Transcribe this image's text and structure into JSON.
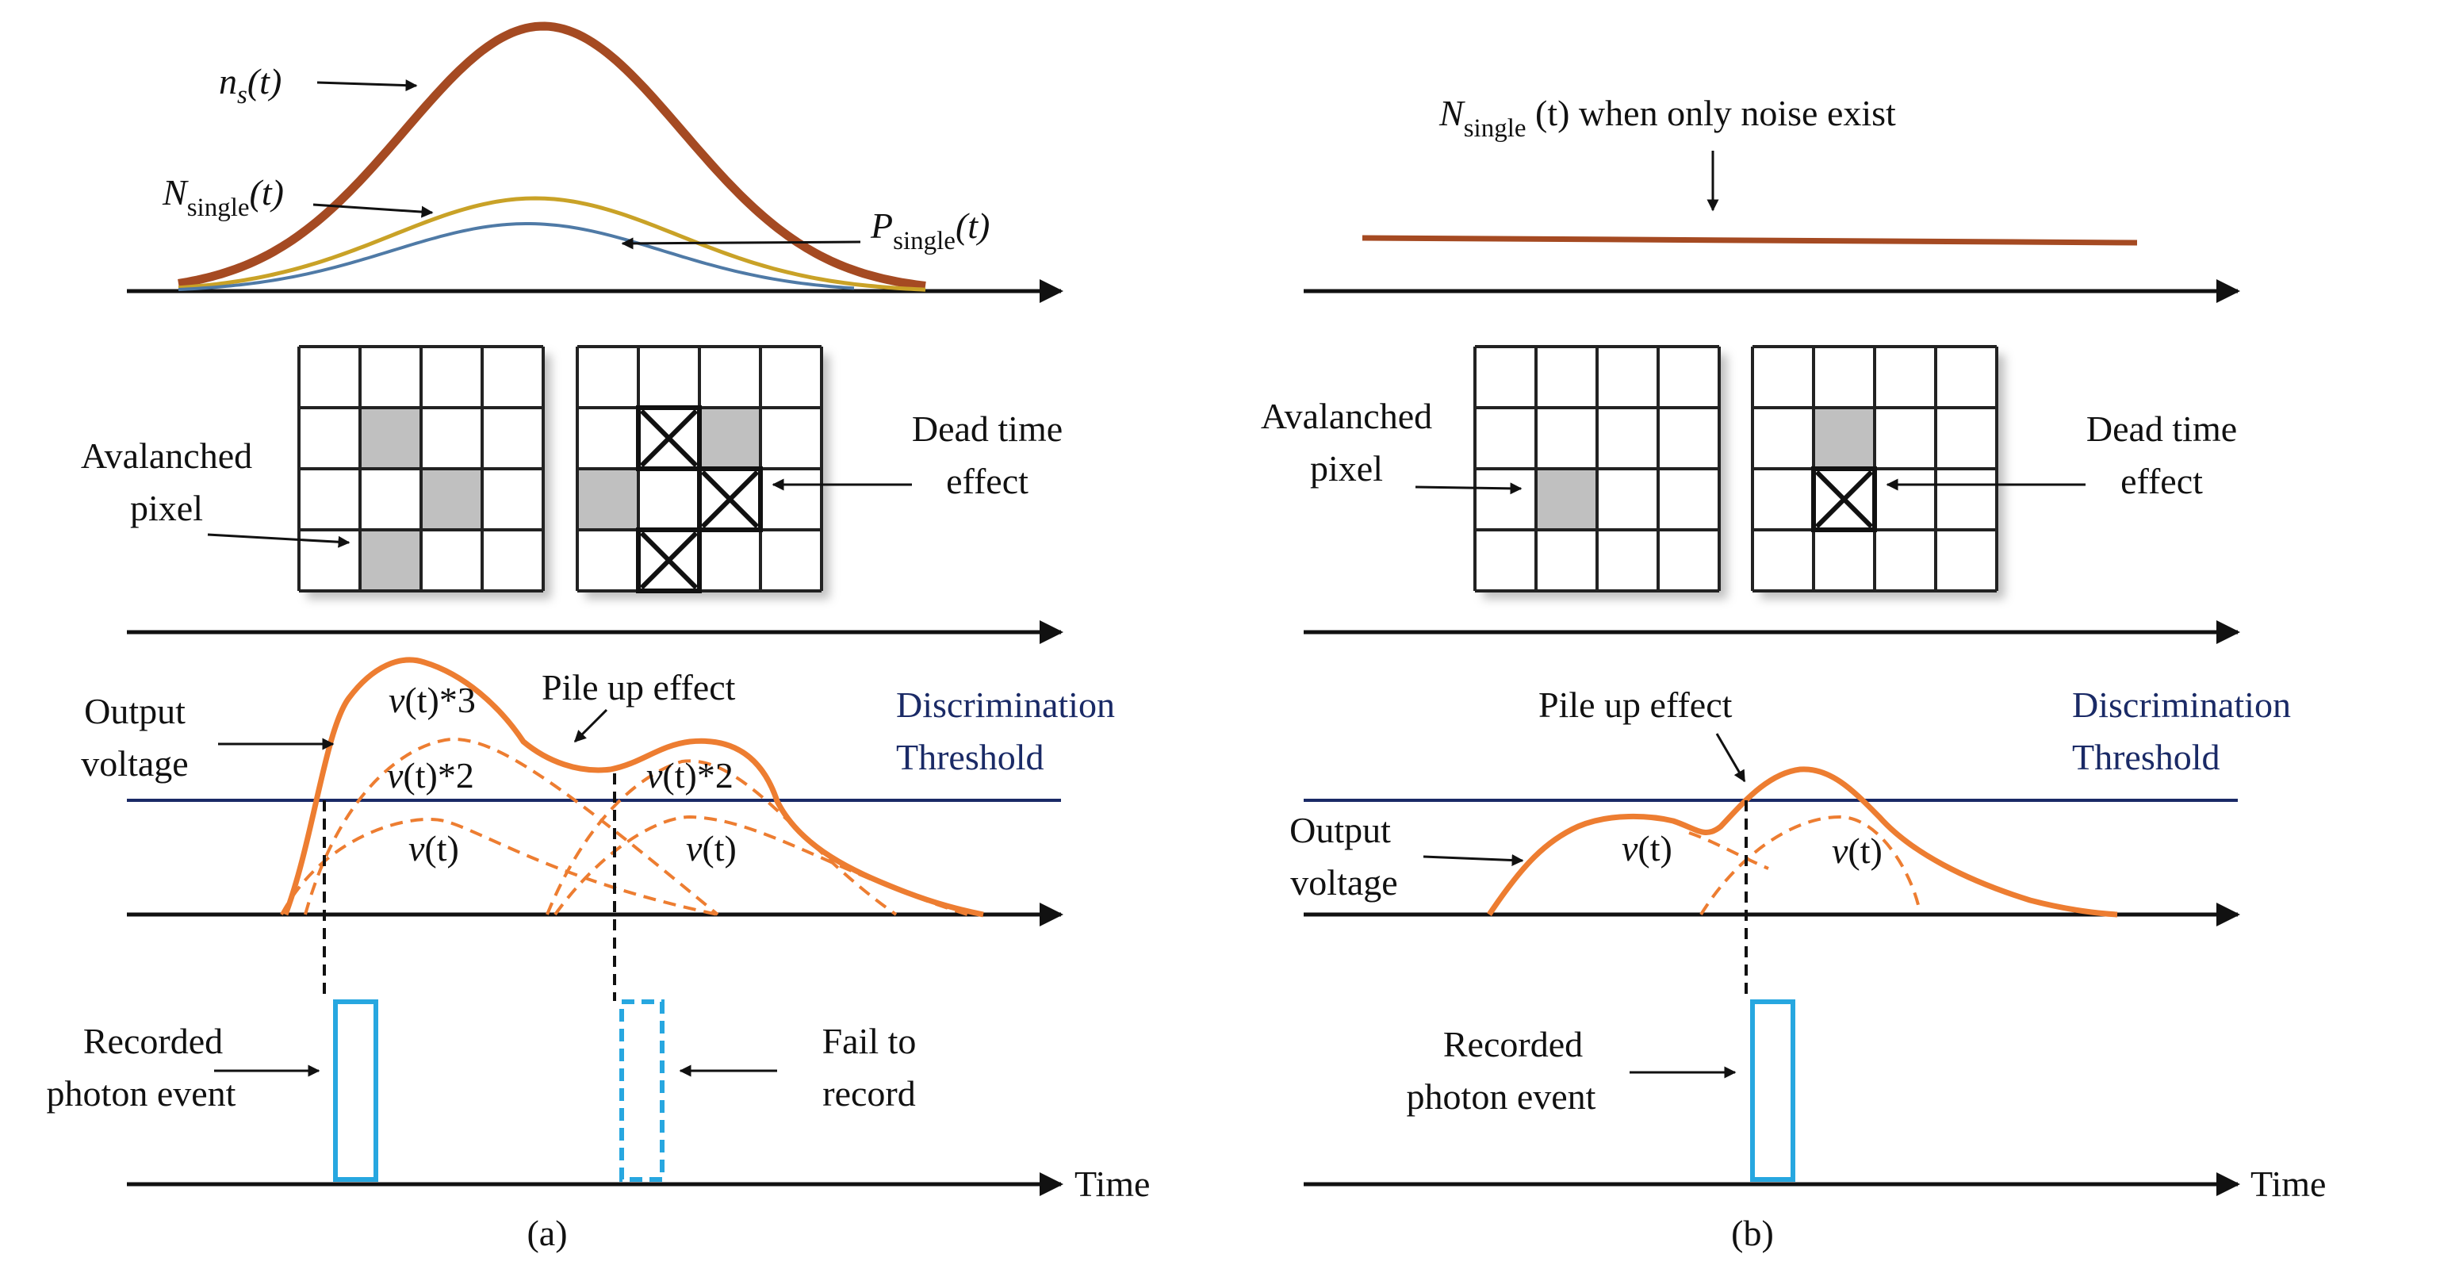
{
  "panel_a": {
    "caption": "(a)",
    "ns_symbol": "n",
    "ns_sub": "s",
    "ns_arg": "(t)",
    "nsingle_symbol": "N",
    "nsingle_sub": "single",
    "nsingle_arg": "(t)",
    "psingle_symbol": "P",
    "psingle_sub": "single",
    "psingle_arg": "(t)",
    "avalanched_line1": "Avalanched",
    "avalanched_line2": "pixel",
    "dead_line1": "Dead time",
    "dead_line2": "effect",
    "output_line1": "Output",
    "output_line2": "voltage",
    "pileup": "Pile up effect",
    "threshold_line1": "Discrimination",
    "threshold_line2": "Threshold",
    "v3_var": "v",
    "v3_rest": "(t)*3",
    "v2_var": "v",
    "v2_rest": "(t)*2",
    "v2b_var": "v",
    "v2b_rest": "(t)*2",
    "v1_var": "v",
    "v1_rest": "(t)",
    "v1b_var": "v",
    "v1b_rest": "(t)",
    "recorded_line1": "Recorded",
    "recorded_line2": "photon event",
    "fail_line1": "Fail to",
    "fail_line2": "record",
    "time": "Time"
  },
  "panel_b": {
    "caption": "(b)",
    "noise_symbol": "N",
    "noise_sub": "single",
    "noise_rest": " (t) when only noise exist",
    "avalanched_line1": "Avalanched",
    "avalanched_line2": "pixel",
    "dead_line1": "Dead time",
    "dead_line2": "effect",
    "output_line1": "Output",
    "output_line2": "voltage",
    "pileup": "Pile up effect",
    "threshold_line1": "Discrimination",
    "threshold_line2": "Threshold",
    "v1_var": "v",
    "v1_rest": "(t)",
    "v1b_var": "v",
    "v1b_rest": "(t)",
    "recorded_line1": "Recorded",
    "recorded_line2": "photon event",
    "time": "Time"
  },
  "colors": {
    "ns_curve": "#a54a22",
    "nsingle_curve": "#c9a227",
    "psingle_curve": "#4f7aa6",
    "voltage": "#ed7d31",
    "threshold": "#1a2a66",
    "event_box": "#27a7e0",
    "avalanched_cell": "#c0c0c0"
  }
}
